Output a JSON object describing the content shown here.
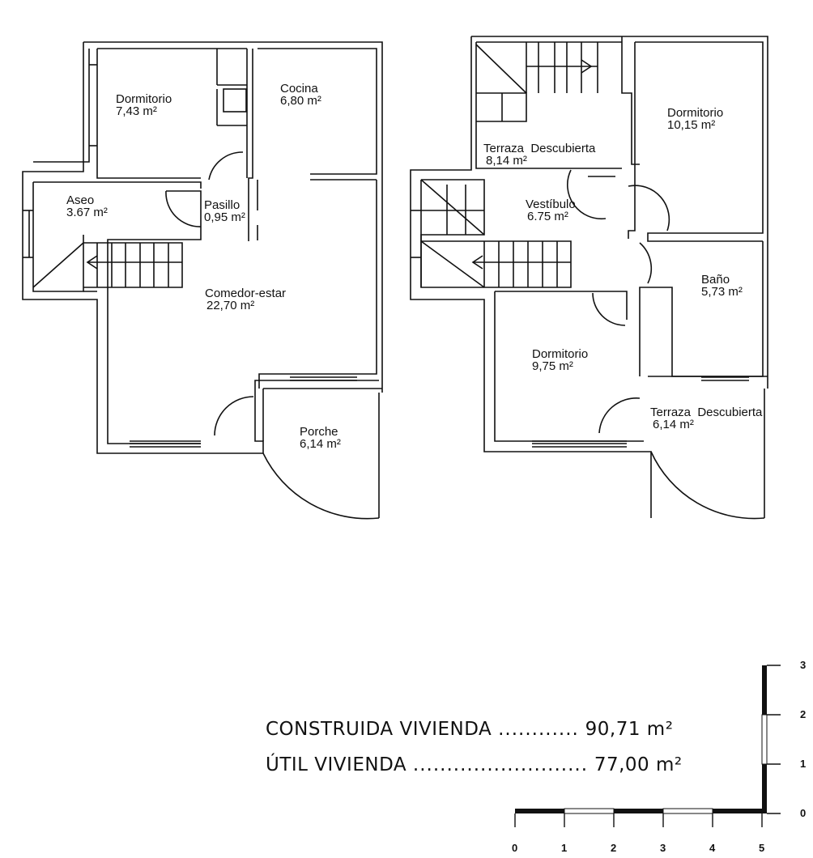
{
  "ground_floor": {
    "rooms": [
      {
        "name": "Dormitorio",
        "area": "7,43 m²"
      },
      {
        "name": "Cocina",
        "area": "6,80 m²"
      },
      {
        "name": "Aseo",
        "area": "3.67 m²"
      },
      {
        "name": "Pasillo",
        "area": "0,95 m²"
      },
      {
        "name": "Comedor-estar",
        "area": "22,70 m²"
      },
      {
        "name": "Porche",
        "area": "6,14 m²"
      }
    ]
  },
  "upper_floor": {
    "rooms": [
      {
        "name": "Dormitorio",
        "area": "10,15 m²"
      },
      {
        "name": "Terraza  Descubierta",
        "area": "8,14 m²"
      },
      {
        "name": "Vestíbulo",
        "area": "6.75 m²"
      },
      {
        "name": "Baño",
        "area": "5,73 m²"
      },
      {
        "name": "Dormitorio",
        "area": "9,75 m²"
      },
      {
        "name": "Terraza  Descubierta",
        "area": "6,14 m²"
      }
    ]
  },
  "summary": {
    "construida_label": "CONSTRUIDA VIVIENDA",
    "construida_dots": "............",
    "construida_value": "90,71 m²",
    "util_label": "ÚTIL VIVIENDA",
    "util_dots": "..........................",
    "util_value": "77,00 m²"
  },
  "scale": {
    "horizontal_ticks": [
      "0",
      "1",
      "2",
      "3",
      "4",
      "5"
    ],
    "vertical_ticks": [
      "0",
      "1",
      "2",
      "3"
    ]
  }
}
